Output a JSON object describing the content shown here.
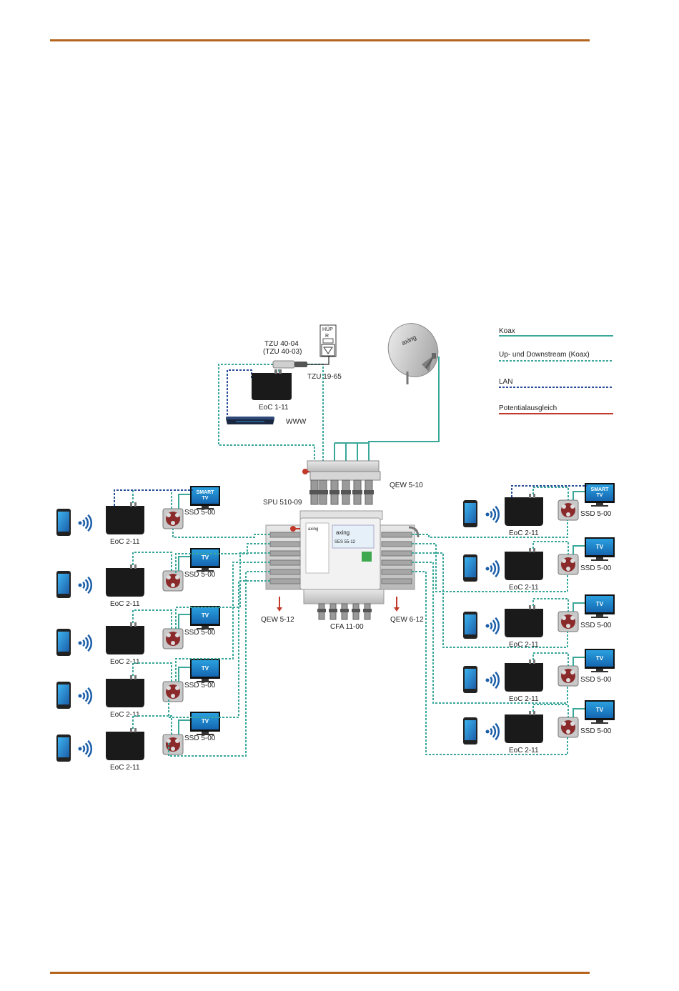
{
  "colors": {
    "page_rule": "#b5651d",
    "koax": "#3aa79a",
    "updown": "#3aa79a",
    "lan": "#2b4e9a",
    "potential": "#c0392b",
    "device": "#1a1a1a"
  },
  "legend": {
    "koax": "Koax",
    "updown": "Up- und Downstream (Koax)",
    "lan": "LAN",
    "potential": "Potentialausgleich"
  },
  "top": {
    "tzu4004": "TZU 40-04",
    "tzu4003": "(TZU 40-03)",
    "tzu1965": "TZU 19-65",
    "hup_text": "HÜP",
    "hup_sub": "R",
    "eoc_main": "EoC 1-11",
    "www": "WWW",
    "dish_brand": "axing"
  },
  "center": {
    "qew510": "QEW 5-10",
    "spu": "SPU 510-09",
    "qew512": "QEW 5-12",
    "qew612": "QEW 6-12",
    "cfa": "CFA 11-00",
    "ms_brand": "axing",
    "ms_label": "SES 55-12",
    "ms_brand_small": "axing"
  },
  "units_left": [
    {
      "eoc": "EoC 2-11",
      "ssd": "SSD 5-00",
      "tv": "SMART TV"
    },
    {
      "eoc": "EoC 2-11",
      "ssd": "SSD 5-00",
      "tv": "TV"
    },
    {
      "eoc": "EoC 2-11",
      "ssd": "SSD 5-00",
      "tv": "TV"
    },
    {
      "eoc": "EoC 2-11",
      "ssd": "SSD 5-00",
      "tv": "TV"
    },
    {
      "eoc": "EoC 2-11",
      "ssd": "SSD 5-00",
      "tv": "TV"
    }
  ],
  "units_right": [
    {
      "eoc": "EoC 2-11",
      "ssd": "SSD 5-00",
      "tv": "SMART TV"
    },
    {
      "eoc": "EoC 2-11",
      "ssd": "SSD 5-00",
      "tv": "TV"
    },
    {
      "eoc": "EoC 2-11",
      "ssd": "SSD 5-00",
      "tv": "TV"
    },
    {
      "eoc": "EoC 2-11",
      "ssd": "SSD 5-00",
      "tv": "TV"
    },
    {
      "eoc": "EoC 2-11",
      "ssd": "SSD 5-00",
      "tv": "TV"
    }
  ]
}
